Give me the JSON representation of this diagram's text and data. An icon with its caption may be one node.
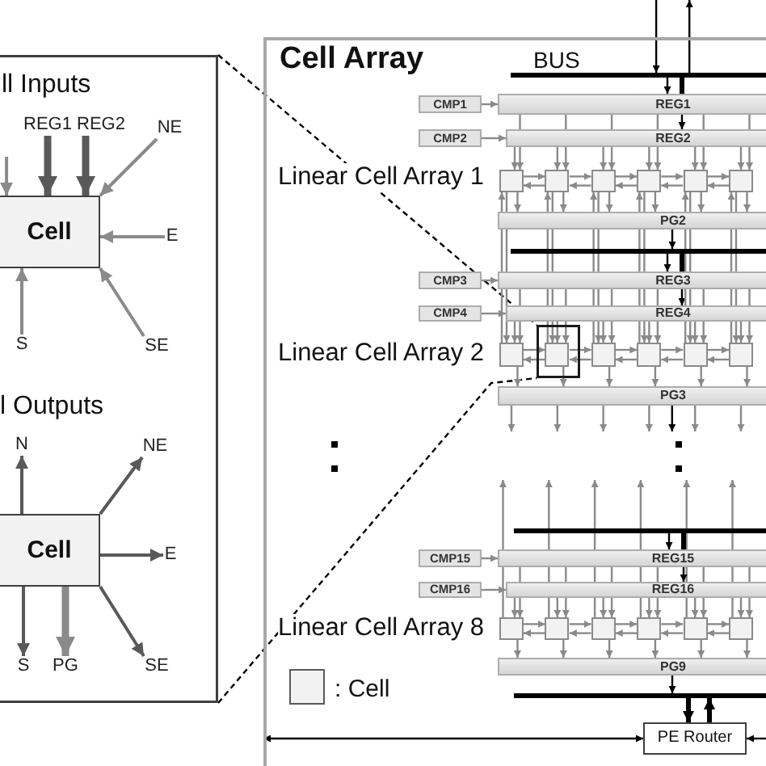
{
  "diagram": {
    "nodes": [
      {
        "text": [
          "ll Inputs",
          "l Outputs"
        ]
      },
      {
        "text": [
          "REG1"
        ],
        "in": 0
      },
      {
        "text": [
          "REG2"
        ],
        "in": 0
      },
      {
        "text": [
          "NE"
        ],
        "in": 0
      },
      {
        "text": [
          "Cell"
        ],
        "in": 0
      },
      {
        "text": [
          "E"
        ],
        "in": 0
      },
      {
        "text": [
          "S"
        ],
        "in": 0
      },
      {
        "text": [
          "SE"
        ],
        "in": 0
      },
      {
        "text": [
          "N"
        ],
        "in": 0
      },
      {
        "text": [
          "NE"
        ],
        "in": 0
      },
      {
        "text": [
          "Cell"
        ],
        "in": 0
      },
      {
        "text": [
          "E"
        ],
        "in": 0
      },
      {
        "text": [
          "S"
        ],
        "in": 0
      },
      {
        "text": [
          "PG"
        ],
        "in": 0
      },
      {
        "text": [
          "SE"
        ],
        "in": 0
      },
      {
        "text": [
          "Cell Array"
        ]
      },
      {
        "text": [],
        "shape": "bar",
        "in": 15
      },
      {
        "text": [
          "CMP1"
        ],
        "in": 15
      },
      {
        "text": [
          "REG1"
        ],
        "in": 15
      },
      {
        "text": [
          "CMP2"
        ],
        "in": 15
      },
      {
        "text": [
          "REG2"
        ],
        "in": 15
      },
      {
        "text": [],
        "shape": "box",
        "in": 15
      },
      {
        "text": [],
        "shape": "box",
        "in": 15
      },
      {
        "text": [],
        "shape": "box",
        "in": 15
      },
      {
        "text": [],
        "shape": "box",
        "in": 15
      },
      {
        "text": [],
        "shape": "box",
        "in": 15
      },
      {
        "text": [],
        "shape": "box",
        "in": 15
      },
      {
        "text": [
          "PG2"
        ],
        "in": 15
      },
      {
        "text": [],
        "shape": "bar",
        "in": 15
      },
      {
        "text": [
          "CMP3"
        ],
        "in": 15
      },
      {
        "text": [
          "REG3"
        ],
        "in": 15
      },
      {
        "text": [
          "CMP4"
        ],
        "in": 15
      },
      {
        "text": [
          "REG4"
        ],
        "in": 15
      },
      {
        "text": [],
        "shape": "box",
        "in": 15
      },
      {
        "text": [],
        "shape": "box",
        "in": 15
      },
      {
        "text": [],
        "shape": "box",
        "in": 33
      },
      {
        "text": [],
        "shape": "box",
        "in": 15
      },
      {
        "text": [],
        "shape": "box",
        "in": 15
      },
      {
        "text": [],
        "shape": "box",
        "in": 15
      },
      {
        "text": [],
        "shape": "box",
        "in": 15
      },
      {
        "text": [
          "PG3"
        ],
        "in": 15
      },
      {
        "text": [],
        "shape": "bar",
        "in": 15
      },
      {
        "text": [
          "CMP15"
        ],
        "in": 15
      },
      {
        "text": [
          "REG15"
        ],
        "in": 15
      },
      {
        "text": [
          "CMP16"
        ],
        "in": 15
      },
      {
        "text": [
          "REG16"
        ],
        "in": 15
      },
      {
        "text": [],
        "shape": "box",
        "in": 15
      },
      {
        "text": [],
        "shape": "box",
        "in": 15
      },
      {
        "text": [],
        "shape": "box",
        "in": 15
      },
      {
        "text": [],
        "shape": "box",
        "in": 15
      },
      {
        "text": [],
        "shape": "box",
        "in": 15
      },
      {
        "text": [],
        "shape": "box",
        "in": 15
      },
      {
        "text": [
          "PG9"
        ],
        "in": 15
      },
      {
        "text": [],
        "shape": "bar",
        "in": 15
      },
      {
        "text": [
          "PE Router"
        ],
        "in": 15
      }
    ],
    "edges": [
      {
        "from": null,
        "to": 4,
        "arrow": "to"
      },
      {
        "from": 1,
        "to": 4,
        "arrow": "to",
        "style": "thick",
        "color": "#595959"
      },
      {
        "from": 2,
        "to": 4,
        "arrow": "to",
        "style": "thick",
        "color": "#595959"
      },
      {
        "from": 3,
        "to": 4,
        "arrow": "to"
      },
      {
        "from": 5,
        "to": 4,
        "arrow": "to"
      },
      {
        "from": 6,
        "to": 4,
        "arrow": "to"
      },
      {
        "from": 7,
        "to": 4,
        "arrow": "to"
      },
      {
        "from": 10,
        "to": 8,
        "arrow": "to",
        "color": "#595959"
      },
      {
        "from": 10,
        "to": 9,
        "arrow": "to",
        "color": "#595959"
      },
      {
        "from": 10,
        "to": 11,
        "arrow": "to",
        "color": "#595959"
      },
      {
        "from": 10,
        "to": 12,
        "arrow": "to",
        "color": "#595959"
      },
      {
        "from": 10,
        "to": 13,
        "arrow": "to",
        "style": "thick"
      },
      {
        "from": 10,
        "to": 14,
        "arrow": "to",
        "color": "#595959"
      },
      {
        "from": 0,
        "to": 33,
        "arrow": "none",
        "style": "dashed",
        "color": "#000000"
      },
      {
        "from": 0,
        "to": 33,
        "arrow": "none",
        "style": "dashed",
        "color": "#000000"
      },
      {
        "from": null,
        "to": 16,
        "arrow": "to",
        "color": "#000000"
      },
      {
        "from": 16,
        "to": null,
        "arrow": "to",
        "color": "#000000"
      },
      {
        "from": 16,
        "to": 18,
        "arrow": "to",
        "color": "#000000"
      },
      {
        "from": 18,
        "to": 16,
        "arrow": "none",
        "style": "thick",
        "color": "#000000"
      },
      {
        "from": 17,
        "to": 18,
        "arrow": "to"
      },
      {
        "from": 18,
        "to": 20,
        "arrow": "to",
        "color": "#000000"
      },
      {
        "from": 19,
        "to": 20,
        "arrow": "to"
      },
      {
        "from": 18,
        "to": 21,
        "arrow": "to"
      },
      {
        "from": 20,
        "to": 21,
        "arrow": "to"
      },
      {
        "from": 21,
        "to": 27,
        "arrow": "to"
      },
      {
        "from": 18,
        "to": 22,
        "arrow": "to"
      },
      {
        "from": 20,
        "to": 22,
        "arrow": "to"
      },
      {
        "from": 22,
        "to": 27,
        "arrow": "to"
      },
      {
        "from": 18,
        "to": 23,
        "arrow": "to"
      },
      {
        "from": 20,
        "to": 23,
        "arrow": "to"
      },
      {
        "from": 23,
        "to": 27,
        "arrow": "to"
      },
      {
        "from": 18,
        "to": 24,
        "arrow": "to"
      },
      {
        "from": 20,
        "to": 24,
        "arrow": "to"
      },
      {
        "from": 24,
        "to": 27,
        "arrow": "to"
      },
      {
        "from": 18,
        "to": 25,
        "arrow": "to"
      },
      {
        "from": 20,
        "to": 25,
        "arrow": "to"
      },
      {
        "from": 25,
        "to": 27,
        "arrow": "to"
      },
      {
        "from": 18,
        "to": 26,
        "arrow": "to"
      },
      {
        "from": 20,
        "to": 26,
        "arrow": "to"
      },
      {
        "from": 26,
        "to": 27,
        "arrow": "to"
      },
      {
        "from": 21,
        "to": 22,
        "arrow": "to"
      },
      {
        "from": 22,
        "to": 21,
        "arrow": "to"
      },
      {
        "from": 22,
        "to": 23,
        "arrow": "to"
      },
      {
        "from": 23,
        "to": 22,
        "arrow": "to"
      },
      {
        "from": 23,
        "to": 24,
        "arrow": "to"
      },
      {
        "from": 24,
        "to": 23,
        "arrow": "to"
      },
      {
        "from": 24,
        "to": 25,
        "arrow": "to"
      },
      {
        "from": 25,
        "to": 24,
        "arrow": "to"
      },
      {
        "from": 25,
        "to": 26,
        "arrow": "to"
      },
      {
        "from": 26,
        "to": 25,
        "arrow": "to"
      },
      {
        "from": 27,
        "to": 28,
        "arrow": "to",
        "color": "#000000"
      },
      {
        "from": 28,
        "to": 30,
        "arrow": "to",
        "color": "#000000"
      },
      {
        "from": 30,
        "to": 28,
        "arrow": "none",
        "style": "thick",
        "color": "#000000"
      },
      {
        "from": 29,
        "to": 30,
        "arrow": "to"
      },
      {
        "from": 30,
        "to": 32,
        "arrow": "to",
        "color": "#000000"
      },
      {
        "from": 31,
        "to": 32,
        "arrow": "to"
      },
      {
        "from": 21,
        "to": 34,
        "arrow": "to"
      },
      {
        "from": 34,
        "to": 21,
        "arrow": "to"
      },
      {
        "from": 22,
        "to": 35,
        "arrow": "to"
      },
      {
        "from": 35,
        "to": 22,
        "arrow": "to"
      },
      {
        "from": 23,
        "to": 36,
        "arrow": "to"
      },
      {
        "from": 36,
        "to": 23,
        "arrow": "to"
      },
      {
        "from": 24,
        "to": 37,
        "arrow": "to"
      },
      {
        "from": 37,
        "to": 24,
        "arrow": "to"
      },
      {
        "from": 25,
        "to": 38,
        "arrow": "to"
      },
      {
        "from": 38,
        "to": 25,
        "arrow": "to"
      },
      {
        "from": 26,
        "to": 39,
        "arrow": "to"
      },
      {
        "from": 39,
        "to": 26,
        "arrow": "to"
      },
      {
        "from": 30,
        "to": 34,
        "arrow": "to"
      },
      {
        "from": 32,
        "to": 34,
        "arrow": "to"
      },
      {
        "from": 34,
        "to": 40,
        "arrow": "to"
      },
      {
        "from": 30,
        "to": 35,
        "arrow": "to"
      },
      {
        "from": 32,
        "to": 35,
        "arrow": "to"
      },
      {
        "from": 35,
        "to": 40,
        "arrow": "to"
      },
      {
        "from": 30,
        "to": 36,
        "arrow": "to"
      },
      {
        "from": 32,
        "to": 36,
        "arrow": "to"
      },
      {
        "from": 36,
        "to": 40,
        "arrow": "to"
      },
      {
        "from": 30,
        "to": 37,
        "arrow": "to"
      },
      {
        "from": 32,
        "to": 37,
        "arrow": "to"
      },
      {
        "from": 37,
        "to": 40,
        "arrow": "to"
      },
      {
        "from": 30,
        "to": 38,
        "arrow": "to"
      },
      {
        "from": 32,
        "to": 38,
        "arrow": "to"
      },
      {
        "from": 38,
        "to": 40,
        "arrow": "to"
      },
      {
        "from": 30,
        "to": 39,
        "arrow": "to"
      },
      {
        "from": 32,
        "to": 39,
        "arrow": "to"
      },
      {
        "from": 39,
        "to": 40,
        "arrow": "to"
      },
      {
        "from": 34,
        "to": 35,
        "arrow": "to"
      },
      {
        "from": 35,
        "to": 34,
        "arrow": "to"
      },
      {
        "from": 35,
        "to": 36,
        "arrow": "to"
      },
      {
        "from": 36,
        "to": 35,
        "arrow": "to"
      },
      {
        "from": 36,
        "to": 37,
        "arrow": "to"
      },
      {
        "from": 37,
        "to": 36,
        "arrow": "to"
      },
      {
        "from": 37,
        "to": 38,
        "arrow": "to"
      },
      {
        "from": 38,
        "to": 37,
        "arrow": "to"
      },
      {
        "from": 38,
        "to": 39,
        "arrow": "to"
      },
      {
        "from": 39,
        "to": 38,
        "arrow": "to"
      },
      {
        "from": 40,
        "to": null,
        "arrow": "to",
        "color": "#000000"
      },
      {
        "from": 40,
        "to": null,
        "arrow": "to"
      },
      {
        "from": 40,
        "to": null,
        "arrow": "to"
      },
      {
        "from": 40,
        "to": null,
        "arrow": "to"
      },
      {
        "from": 40,
        "to": null,
        "arrow": "to"
      },
      {
        "from": 40,
        "to": null,
        "arrow": "to"
      },
      {
        "from": 40,
        "to": null,
        "arrow": "to"
      },
      {
        "from": 46,
        "to": null,
        "arrow": "to"
      },
      {
        "from": 47,
        "to": null,
        "arrow": "to"
      },
      {
        "from": 48,
        "to": null,
        "arrow": "to"
      },
      {
        "from": 49,
        "to": null,
        "arrow": "to"
      },
      {
        "from": 50,
        "to": null,
        "arrow": "to"
      },
      {
        "from": 51,
        "to": null,
        "arrow": "to"
      },
      {
        "from": 41,
        "to": 43,
        "arrow": "to",
        "color": "#000000"
      },
      {
        "from": 43,
        "to": 41,
        "arrow": "none",
        "style": "thick",
        "color": "#000000"
      },
      {
        "from": 42,
        "to": 43,
        "arrow": "to"
      },
      {
        "from": 43,
        "to": 45,
        "arrow": "to",
        "color": "#000000"
      },
      {
        "from": 44,
        "to": 45,
        "arrow": "to"
      },
      {
        "from": 43,
        "to": 46,
        "arrow": "to"
      },
      {
        "from": 45,
        "to": 46,
        "arrow": "to"
      },
      {
        "from": 46,
        "to": 52,
        "arrow": "to"
      },
      {
        "from": 43,
        "to": 47,
        "arrow": "to"
      },
      {
        "from": 45,
        "to": 47,
        "arrow": "to"
      },
      {
        "from": 47,
        "to": 52,
        "arrow": "to"
      },
      {
        "from": 43,
        "to": 48,
        "arrow": "to"
      },
      {
        "from": 45,
        "to": 48,
        "arrow": "to"
      },
      {
        "from": 48,
        "to": 52,
        "arrow": "to"
      },
      {
        "from": 43,
        "to": 49,
        "arrow": "to"
      },
      {
        "from": 45,
        "to": 49,
        "arrow": "to"
      },
      {
        "from": 49,
        "to": 52,
        "arrow": "to"
      },
      {
        "from": 43,
        "to": 50,
        "arrow": "to"
      },
      {
        "from": 45,
        "to": 50,
        "arrow": "to"
      },
      {
        "from": 50,
        "to": 52,
        "arrow": "to"
      },
      {
        "from": 43,
        "to": 51,
        "arrow": "to"
      },
      {
        "from": 45,
        "to": 51,
        "arrow": "to"
      },
      {
        "from": 51,
        "to": 52,
        "arrow": "to"
      },
      {
        "from": 46,
        "to": 47,
        "arrow": "to"
      },
      {
        "from": 47,
        "to": 46,
        "arrow": "to"
      },
      {
        "from": 47,
        "to": 48,
        "arrow": "to"
      },
      {
        "from": 48,
        "to": 47,
        "arrow": "to"
      },
      {
        "from": 48,
        "to": 49,
        "arrow": "to"
      },
      {
        "from": 49,
        "to": 48,
        "arrow": "to"
      },
      {
        "from": 49,
        "to": 50,
        "arrow": "to"
      },
      {
        "from": 50,
        "to": 49,
        "arrow": "to"
      },
      {
        "from": 50,
        "to": 51,
        "arrow": "to"
      },
      {
        "from": 51,
        "to": 50,
        "arrow": "to"
      },
      {
        "from": 52,
        "to": 53,
        "arrow": "to",
        "color": "#000000"
      },
      {
        "from": 53,
        "to": 54,
        "arrow": "to",
        "style": "thick",
        "color": "#000000"
      },
      {
        "from": 54,
        "to": 53,
        "arrow": "to",
        "style": "thick",
        "color": "#000000"
      },
      {
        "from": null,
        "to": 54,
        "arrow": "both",
        "color": "#000000"
      },
      {
        "from": null,
        "to": 54,
        "arrow": "to",
        "color": "#000000"
      }
    ],
    "labels": [
      "BUS",
      "Linear Cell Array 1",
      "Linear Cell Array 2",
      "Linear Cell Array 8"
    ],
    "legend": [
      {
        "text": ": Cell",
        "color": "#f2f2f2"
      }
    ]
  }
}
